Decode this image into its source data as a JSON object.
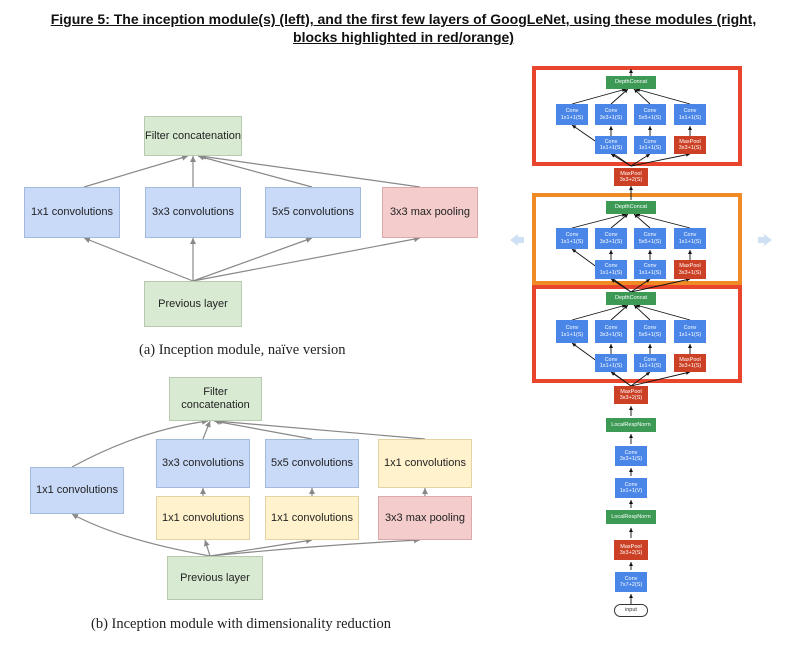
{
  "title": {
    "line1": "Figure 5: The inception module(s) (left), and the first few layers of GoogLeNet, using these modules (right,",
    "line2": "blocks highlighted in red/orange)"
  },
  "naive": {
    "filter_concat": "Filter concatenation",
    "conv1": "1x1 convolutions",
    "conv3": "3x3 convolutions",
    "conv5": "5x5 convolutions",
    "pool": "3x3 max pooling",
    "prev": "Previous layer",
    "caption": "(a) Inception module, naïve version"
  },
  "reduced": {
    "filter_concat": "Filter concatenation",
    "conv1_left": "1x1 convolutions",
    "conv3": "3x3 convolutions",
    "conv5": "5x5 convolutions",
    "conv1_top_right": "1x1 convolutions",
    "reduce1": "1x1 convolutions",
    "reduce2": "1x1 convolutions",
    "pool": "3x3 max pooling",
    "prev": "Previous layer",
    "caption": "(b) Inception module with dimensionality reduction"
  },
  "googlenet": {
    "depthconcat": "DepthConcat",
    "conv": "Conv",
    "maxpool": "MaxPool",
    "localrespnorm": "LocalRespNorm",
    "input": "input",
    "p_1x1_1s": "1x1+1(S)",
    "p_3x3_1s": "3x3+1(S)",
    "p_5x5_1s": "5x5+1(S)",
    "p_3x3_2s": "3x3+2(S)",
    "p_1x1_1v": "1x1+1(V)",
    "p_7x7_2s": "7x7+2(S)",
    "colors": {
      "highlight_red": "#e8452c",
      "highlight_orange": "#f08a24",
      "conv": "#4a86e8",
      "pool": "#cc4125",
      "concat": "#3c9a55"
    }
  }
}
